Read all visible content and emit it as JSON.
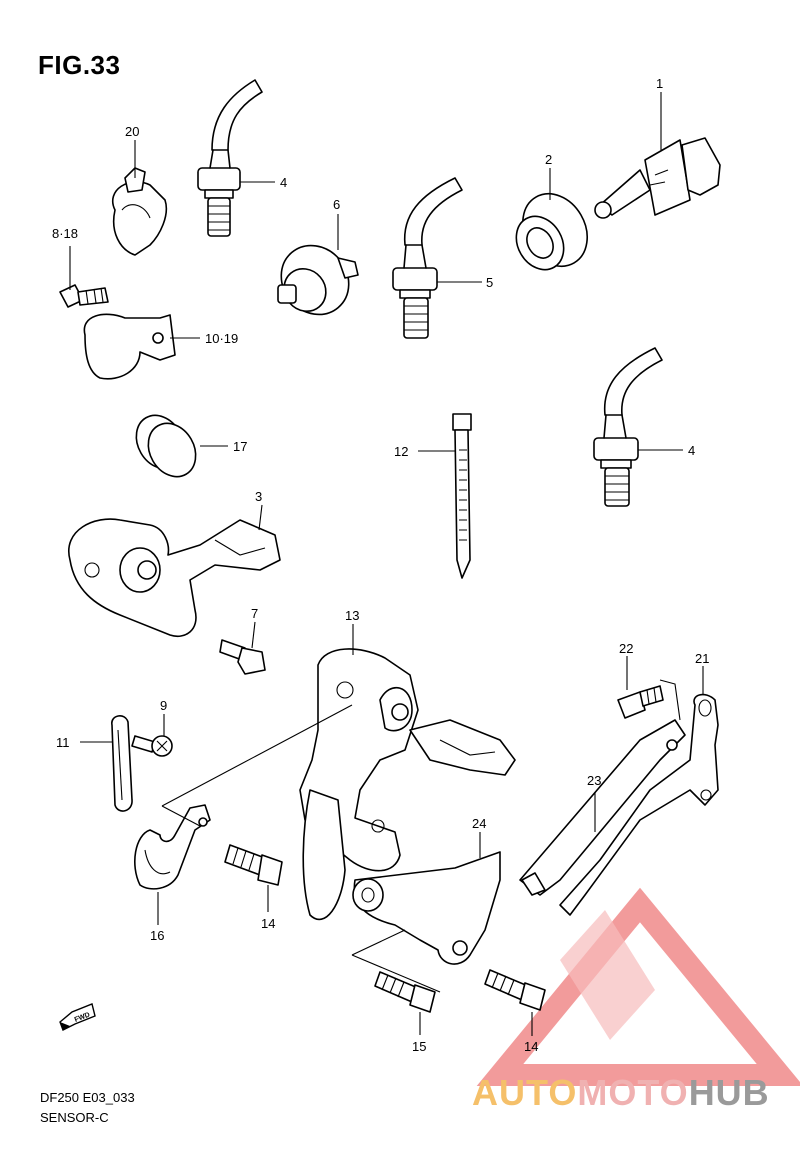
{
  "figure": {
    "title": "FIG.33"
  },
  "callouts": {
    "c1": "1",
    "c2": "2",
    "c3": "3",
    "c4a": "4",
    "c4b": "4",
    "c5": "5",
    "c6": "6",
    "c7": "7",
    "c818": "8·18",
    "c9": "9",
    "c1019": "10·19",
    "c11": "11",
    "c12": "12",
    "c13": "13",
    "c14a": "14",
    "c14b": "14",
    "c15": "15",
    "c16": "16",
    "c17": "17",
    "c20": "20",
    "c21": "21",
    "c22": "22",
    "c23": "23",
    "c24": "24"
  },
  "fwd_marker": {
    "text": "FWD"
  },
  "footer": {
    "line1": "DF250 E03_033",
    "line2": "SENSOR-C"
  },
  "watermark": {
    "part1": "AUTO",
    "part2": "MOTO",
    "part3": "HUB",
    "colors": {
      "triangle": "#f08a8a",
      "auto": "#f5c06a",
      "moto": "#f0b1b1",
      "hub": "#9a9a9a"
    }
  }
}
